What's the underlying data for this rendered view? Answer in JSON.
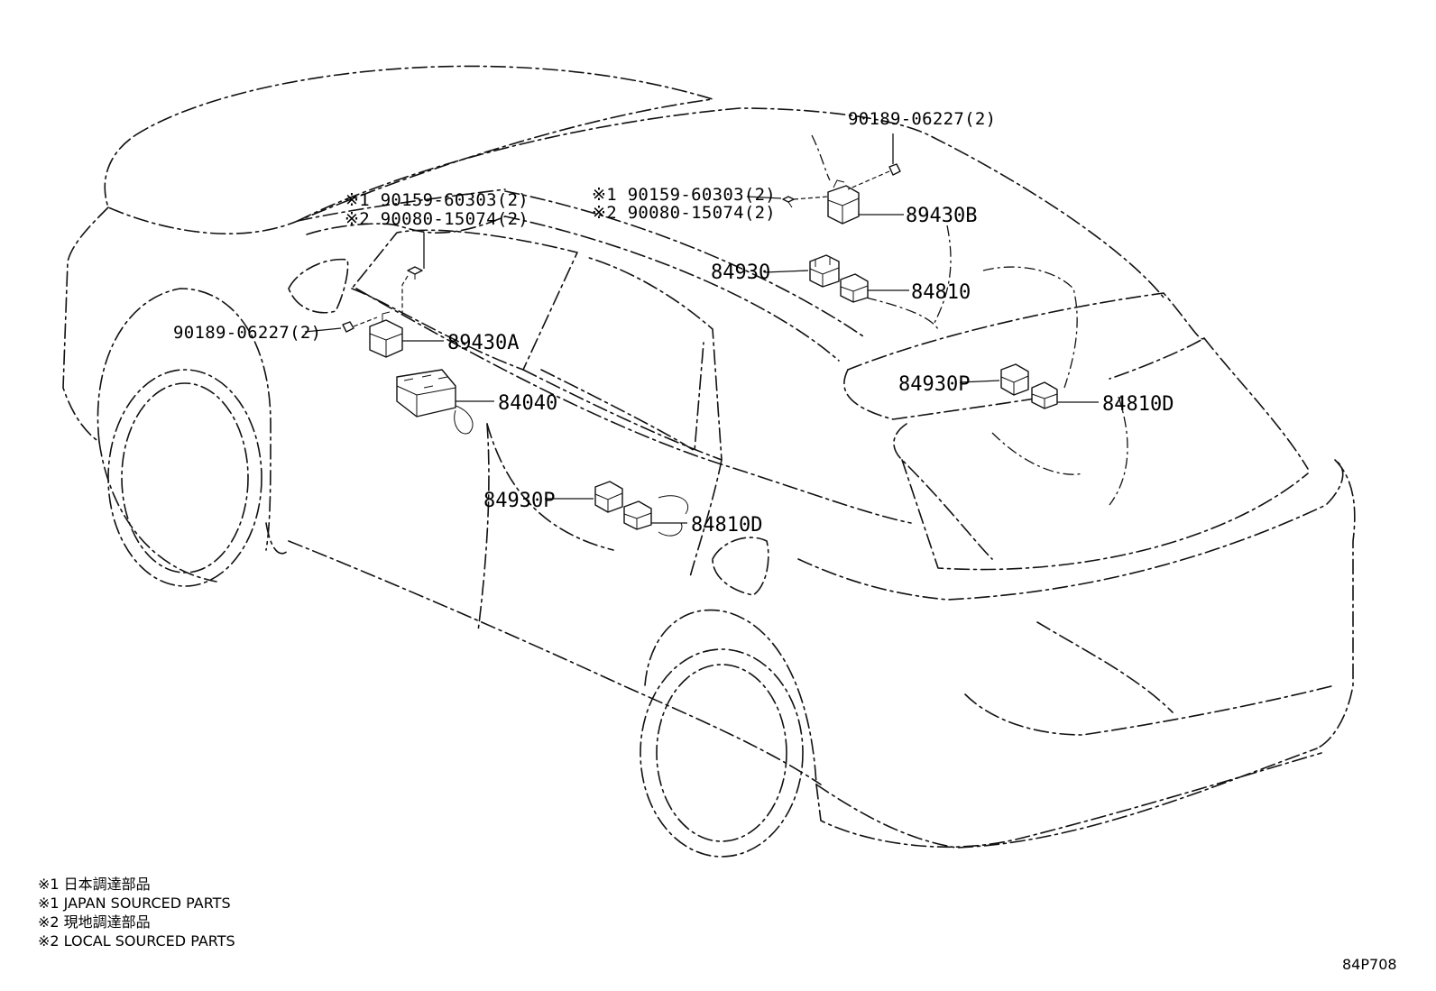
{
  "diagram_code": "84P708",
  "callouts": {
    "c_90189_top": "90189-06227(2)",
    "c_90159_right": "※1 90159-60303(2)",
    "c_90080_right": "※2 90080-15074(2)",
    "c_89430B": "89430B",
    "c_84930": "84930",
    "c_84810": "84810",
    "c_90159_left": "※1 90159-60303(2)",
    "c_90080_left": "※2 90080-15074(2)",
    "c_90189_left": "90189-06227(2)",
    "c_89430A": "89430A",
    "c_84040": "84040",
    "c_84930P_rear": "84930P",
    "c_84810D_rear": "84810D",
    "c_84930P_front": "84930P",
    "c_84810D_front": "84810D"
  },
  "notes": [
    "※1 日本調達部品",
    "※1 JAPAN SOURCED PARTS",
    "※2 現地調達部品",
    "※2 LOCAL SOURCED PARTS"
  ]
}
